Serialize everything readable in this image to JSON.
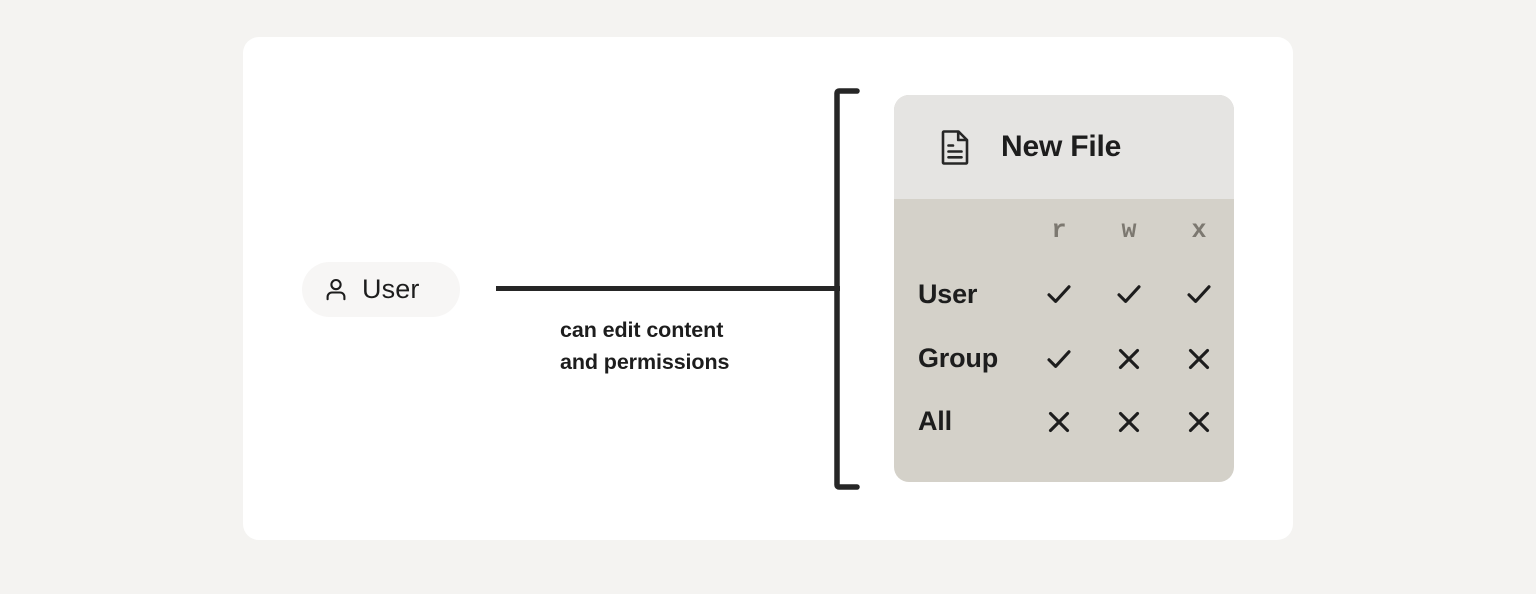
{
  "canvas": {
    "background_color": "#f4f3f1",
    "card_color": "#ffffff"
  },
  "node": {
    "label": "User",
    "icon": "person-icon",
    "background_color": "#f7f6f5",
    "text_color": "#1d1d1d"
  },
  "edge": {
    "label_line_1": "can edit content",
    "label_line_2": "and permissions",
    "line_color": "#262626",
    "bracket_color": "#262626"
  },
  "file_card": {
    "header": {
      "icon": "document-icon",
      "title": "New File",
      "background_color": "#e5e4e2"
    },
    "body_background_color": "#d4d1c9",
    "permissions": {
      "column_headers": [
        "r",
        "w",
        "x"
      ],
      "column_header_color": "#7c7870",
      "rows": [
        {
          "label": "User",
          "flags": [
            "check",
            "check",
            "check"
          ]
        },
        {
          "label": "Group",
          "flags": [
            "check",
            "cross",
            "cross"
          ]
        },
        {
          "label": "All",
          "flags": [
            "cross",
            "cross",
            "cross"
          ]
        }
      ],
      "check_glyph": "✓",
      "cross_glyph": "✕",
      "mark_color": "#1d1d1d"
    }
  }
}
